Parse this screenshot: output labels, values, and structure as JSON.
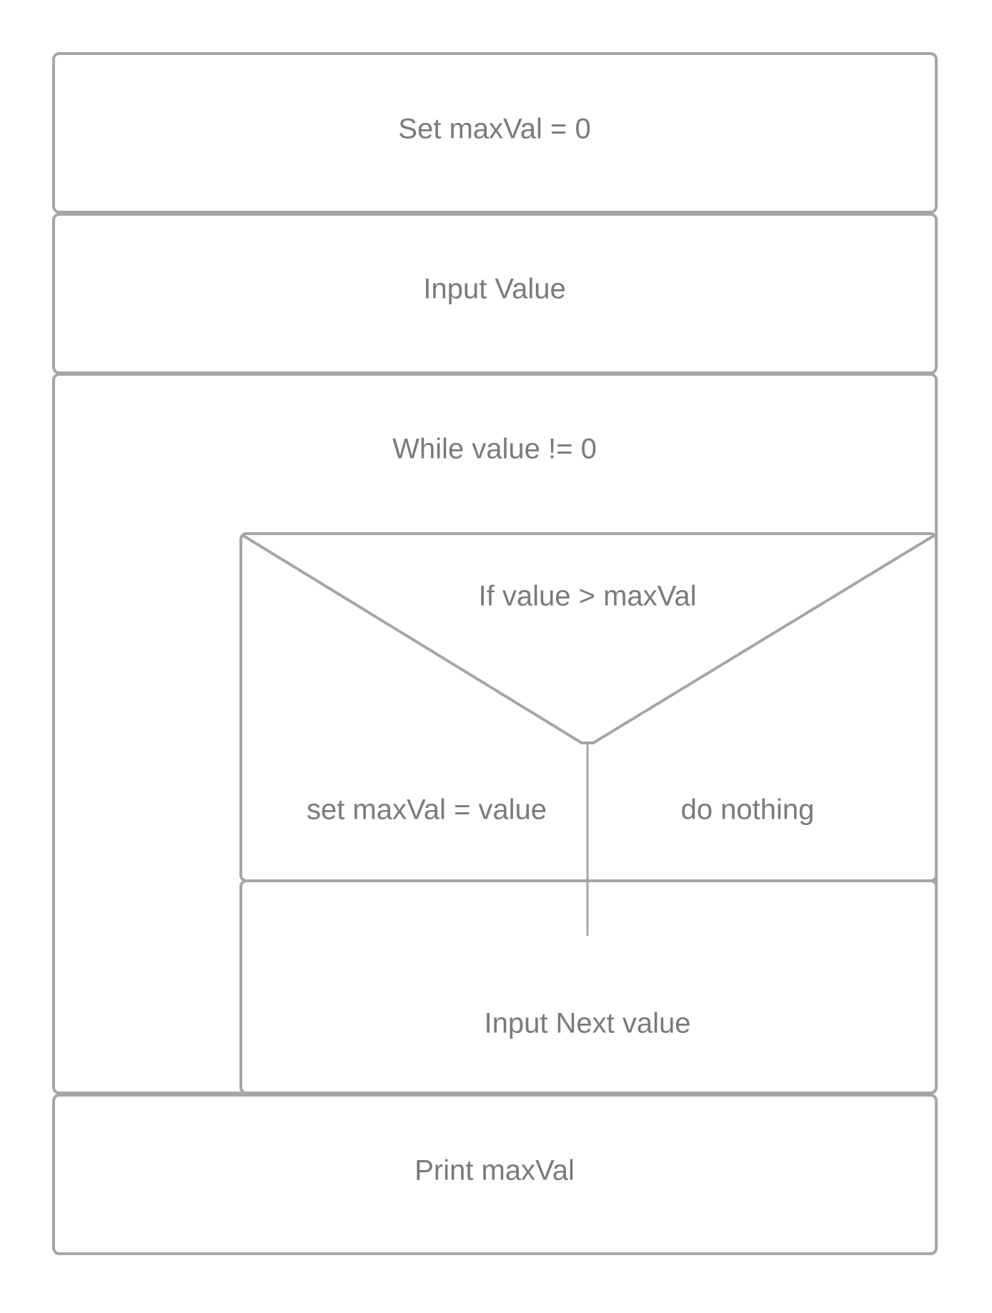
{
  "diagram": {
    "steps": {
      "init": "Set maxVal = 0",
      "input": "Input Value",
      "loop": "While value != 0",
      "condition": "If value > maxVal",
      "true_branch": "set maxVal = value",
      "false_branch": "do nothing",
      "input_next": "Input Next value",
      "output": "Print maxVal"
    },
    "colors": {
      "stroke": "#a6a6a6",
      "text": "#7a7a7a",
      "background": "#ffffff"
    }
  }
}
